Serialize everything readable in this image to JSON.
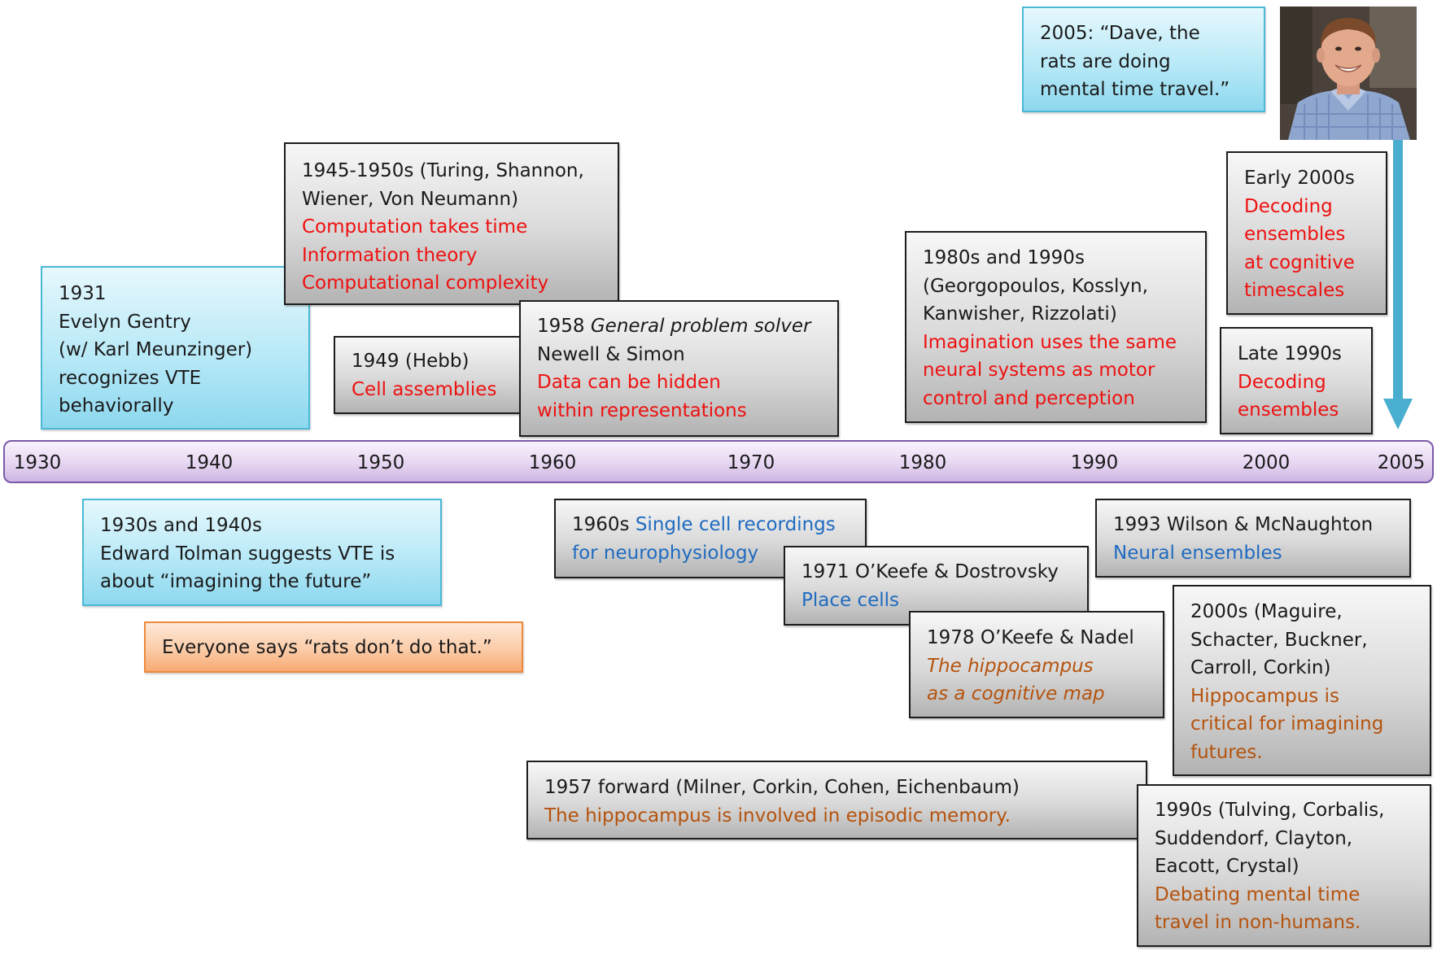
{
  "timeline": {
    "ticks": [
      "1930",
      "1940",
      "1950",
      "1960",
      "1970",
      "1980",
      "1990",
      "2000",
      "2005"
    ]
  },
  "quote_box": {
    "lines": [
      "2005: “Dave, the",
      "rats are doing",
      "mental time travel.”"
    ]
  },
  "photo": {
    "description_icon": "person-photo"
  },
  "boxes": {
    "b1931": {
      "lines": [
        "1931",
        "Evelyn Gentry",
        "(w/ Karl Meunzinger)",
        "recognizes VTE",
        "behaviorally"
      ]
    },
    "b1945": {
      "line1": "1945-1950s (Turing, Shannon,",
      "line2": "Wiener, Von Neumann)",
      "red1": "Computation takes time",
      "red2": "Information theory",
      "red3": "Computational complexity"
    },
    "b1949": {
      "line1": "1949 (Hebb)",
      "red1": "Cell assemblies"
    },
    "b1958": {
      "year": "1958 ",
      "title": "General problem solver",
      "line2": "Newell & Simon",
      "red1": "Data can be hidden",
      "red2": "within representations"
    },
    "b1980": {
      "line1": "1980s and 1990s",
      "line2": "(Georgopoulos, Kosslyn,",
      "line3": "Kanwisher, Rizzolati)",
      "red1": "Imagination uses the same",
      "red2": "neural systems as motor",
      "red3": "control and perception"
    },
    "bEarly2000": {
      "line1": "Early 2000s",
      "red1": "Decoding",
      "red2": "ensembles",
      "red3": "at cognitive",
      "red4": "timescales"
    },
    "bLate1990": {
      "line1": "Late 1990s",
      "red1": "Decoding",
      "red2": "ensembles"
    },
    "b1930s": {
      "lines": [
        "1930s and 1940s",
        "Edward Tolman suggests VTE is",
        "about “imagining the future”"
      ]
    },
    "everyone": {
      "text": "Everyone says “rats don’t do that.”"
    },
    "b1960s": {
      "prefix": "1960s ",
      "blue1": "Single cell recordings",
      "blue2": "for neurophysiology"
    },
    "b1971": {
      "line1": "1971 O’Keefe & Dostrovsky",
      "blue1": "Place cells"
    },
    "b1978": {
      "line1": "1978 O’Keefe & Nadel",
      "brown1": "The hippocampus",
      "brown2": "as a cognitive map"
    },
    "b1993": {
      "line1": "1993 Wilson & McNaughton",
      "blue1": "Neural ensembles"
    },
    "b2000s": {
      "line1": "2000s (Maguire,",
      "line2": "Schacter, Buckner,",
      "line3": "Carroll, Corkin)",
      "brown1": "Hippocampus is",
      "brown2": "critical for imagining",
      "brown3": "futures."
    },
    "b1957": {
      "line1": "1957 forward (Milner, Corkin, Cohen, Eichenbaum)",
      "brown1": "The hippocampus is involved in episodic memory."
    },
    "b1990s": {
      "line1": "1990s (Tulving, Corbalis,",
      "line2": "Suddendorf, Clayton,",
      "line3": "Eacott, Crystal)",
      "brown1": "Debating mental time",
      "brown2": "travel in non-humans."
    }
  },
  "colors": {
    "red_text": "#ee1111",
    "blue_text": "#1f6bc0",
    "brown_text": "#b5530e",
    "arrow": "#4aaed0",
    "timeline_border": "#7a5aa8"
  }
}
